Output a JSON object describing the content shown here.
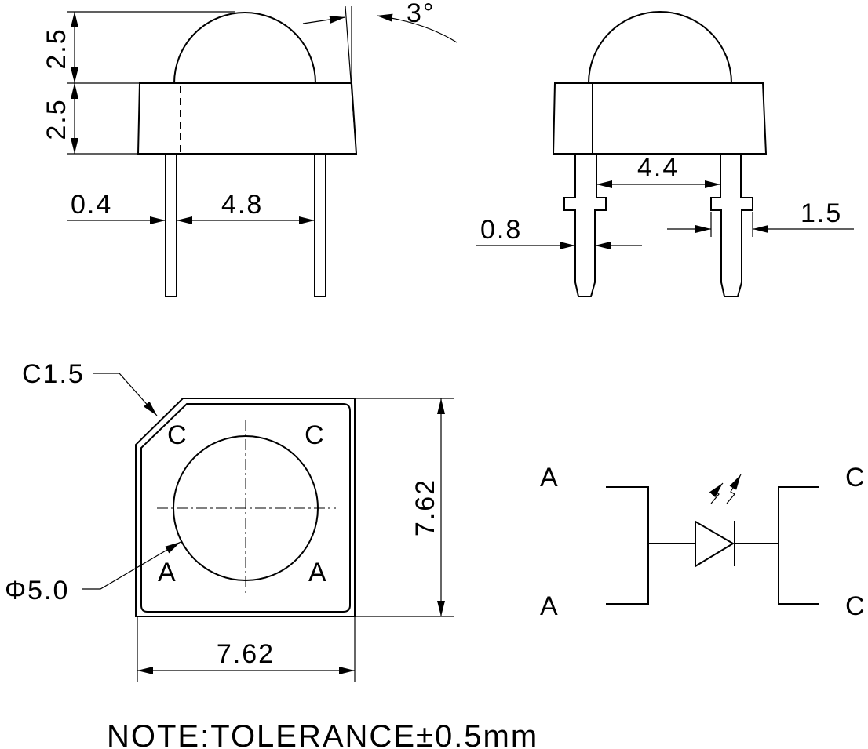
{
  "dimensions": {
    "dome_height": "2.5",
    "body_height": "2.5",
    "draft_angle": "3°",
    "lead_width": "0.4",
    "lead_spacing_front": "4.8",
    "lead_spacing_side": "4.4",
    "lead_thickness": "0.8",
    "standoff_width": "1.5",
    "chamfer": "C1.5",
    "lens_diameter": "Φ5.0",
    "body_width": "7.62",
    "body_depth": "7.62"
  },
  "pin_labels": {
    "top_left": "C",
    "top_right": "C",
    "bottom_left": "A",
    "bottom_right": "A"
  },
  "schematic": {
    "anode_top": "A",
    "anode_bottom": "A",
    "cathode_top": "C",
    "cathode_bottom": "C"
  },
  "note": "NOTE:TOLERANCE±0.5mm"
}
